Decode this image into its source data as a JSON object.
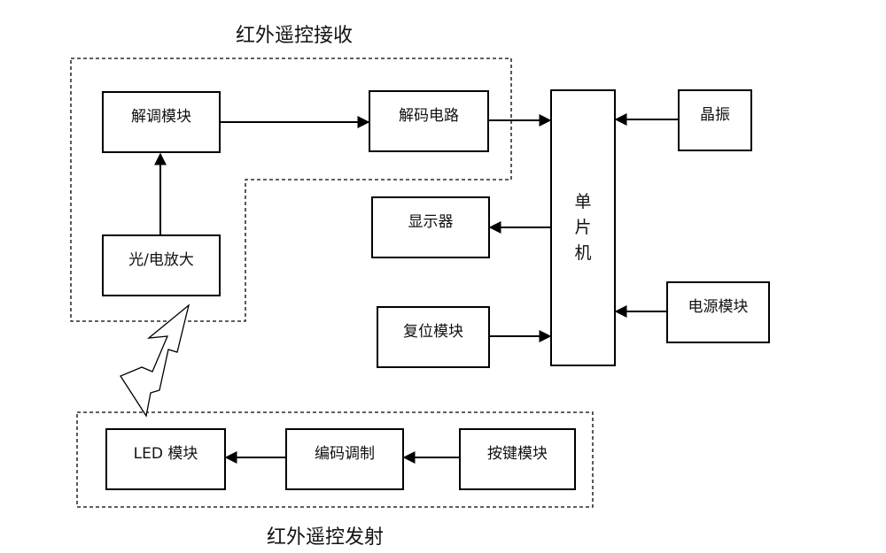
{
  "groups": {
    "receiver": "红外遥控接收",
    "transmitter": "红外遥控发射"
  },
  "blocks": {
    "demod": "解调模块",
    "decoder": "解码电路",
    "photo_amp": "光/电放大",
    "display": "显示器",
    "reset": "复位模块",
    "mcu": [
      "单",
      "片",
      "机"
    ],
    "crystal": "晶振",
    "power": "电源模块",
    "led": "LED 模块",
    "encoder": "编码调制",
    "keypad": "按键模块"
  }
}
